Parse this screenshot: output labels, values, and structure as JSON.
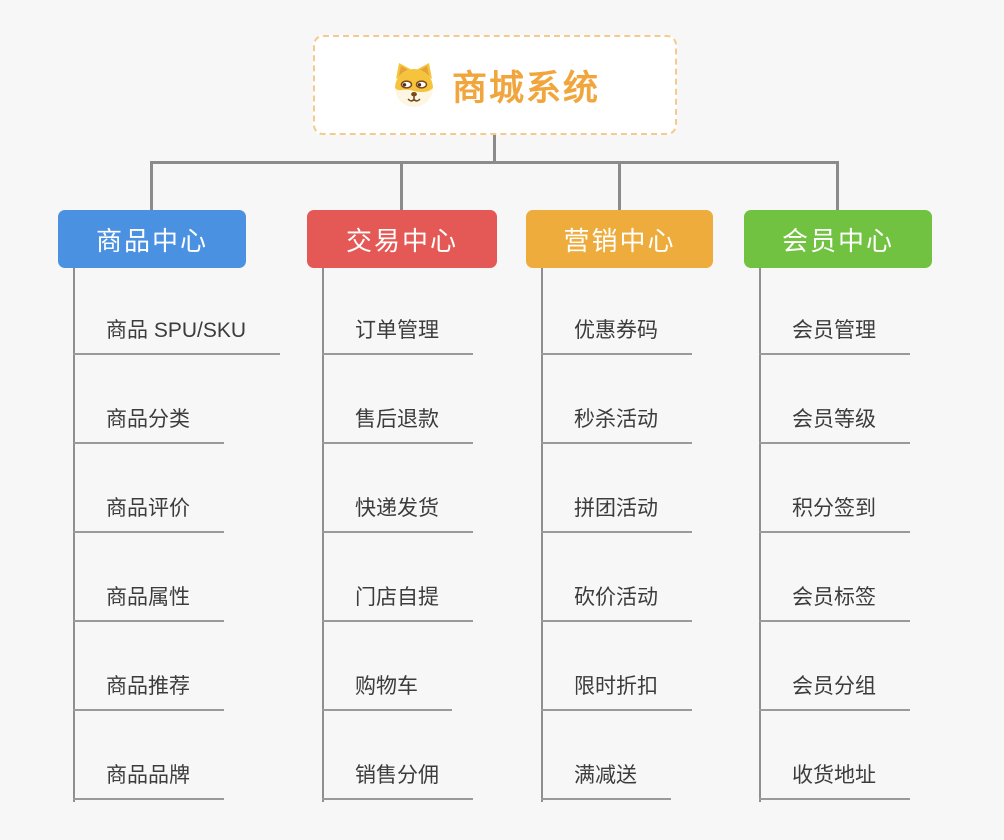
{
  "root": {
    "title": "商城系统",
    "icon": "dog-icon"
  },
  "colors": {
    "background": "#f7f7f7",
    "root_title": "#f0a63c",
    "root_border": "#f4ca8d",
    "connector_line": "#8b8b8b",
    "leaf_underline": "#9a9a9a",
    "leaf_text": "#3c3c3c"
  },
  "branches": [
    {
      "label": "商品中心",
      "color": "#4b91e2",
      "children": [
        "商品 SPU/SKU",
        "商品分类",
        "商品评价",
        "商品属性",
        "商品推荐",
        "商品品牌"
      ]
    },
    {
      "label": "交易中心",
      "color": "#e45955",
      "children": [
        "订单管理",
        "售后退款",
        "快递发货",
        "门店自提",
        "购物车",
        "销售分佣"
      ]
    },
    {
      "label": "营销中心",
      "color": "#edac3c",
      "children": [
        "优惠券码",
        "秒杀活动",
        "拼团活动",
        "砍价活动",
        "限时折扣",
        "满减送"
      ]
    },
    {
      "label": "会员中心",
      "color": "#72c241",
      "children": [
        "会员管理",
        "会员等级",
        "积分签到",
        "会员标签",
        "会员分组",
        "收货地址"
      ]
    }
  ]
}
